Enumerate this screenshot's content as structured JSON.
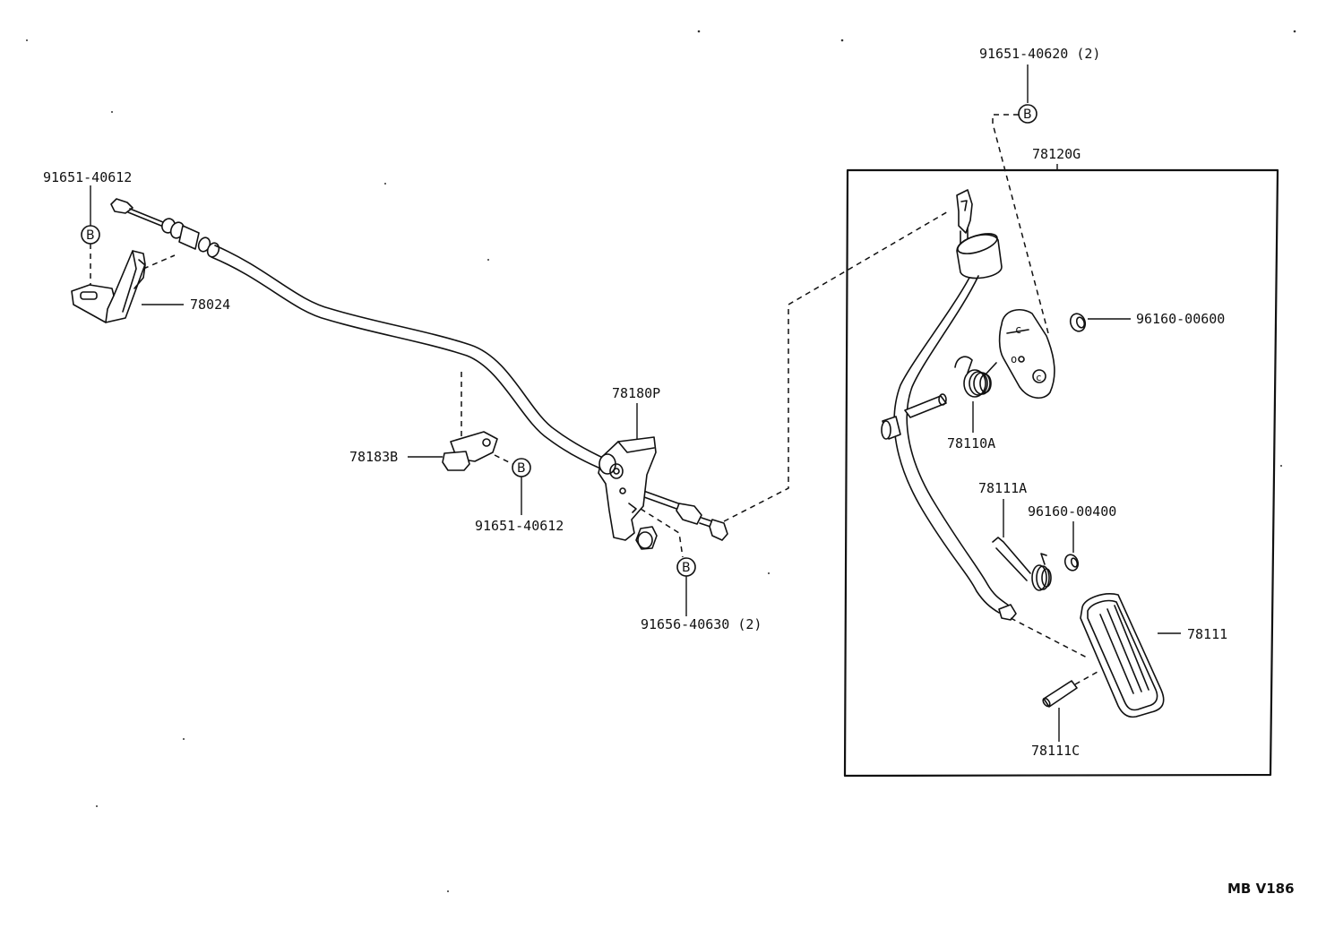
{
  "labels": {
    "bolt_left_upper": "91651-40612",
    "bracket": "78024",
    "clamp": "78183B",
    "bolt_clamp": "91651-40612",
    "cable_bracket": "78180P",
    "bolt_cable_bracket": "91656-40630 (2)",
    "bolt_top_right": "91651-40620 (2)",
    "pedal_assy": "78120G",
    "nut_upper": "96160-00600",
    "bushing": "78110A",
    "spring": "78111A",
    "nut_lower": "96160-00400",
    "pedal_pad": "78111",
    "pin": "78111C"
  },
  "bolt_mark": "B",
  "sheet_code": "MB V186"
}
